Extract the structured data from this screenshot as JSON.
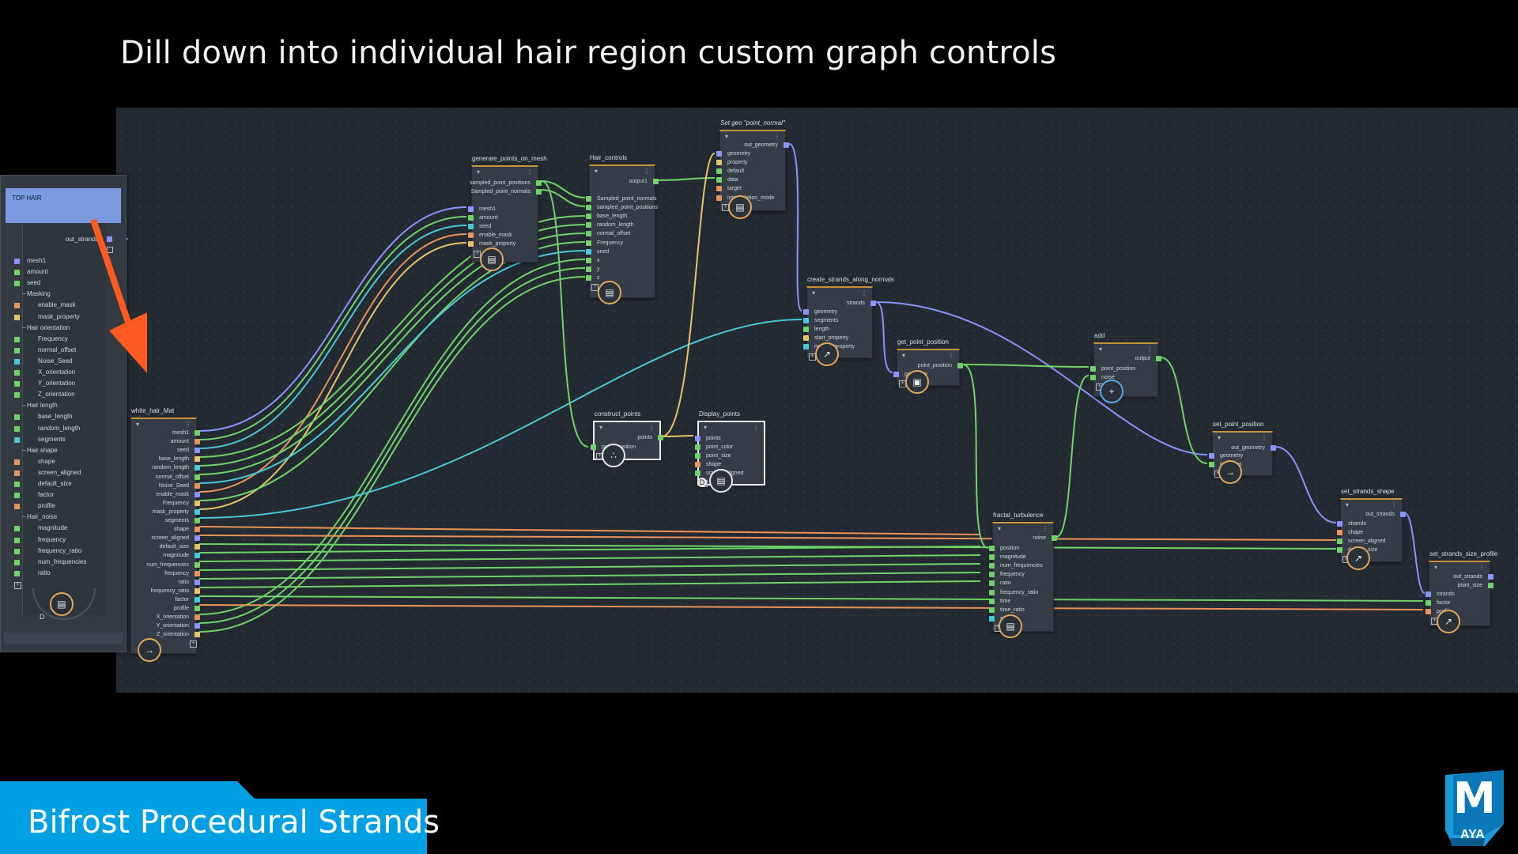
{
  "slide_title": "Dill down into individual hair region custom graph controls",
  "banner_text": "Bifrost Procedural Strands",
  "logo": {
    "letter": "M",
    "text": "AYA",
    "icon": "maya-logo-icon"
  },
  "panel": {
    "header": "TOP HAIR",
    "output": "out_strands",
    "rows": [
      {
        "label": "mesh1",
        "type": "port"
      },
      {
        "label": "amount",
        "type": "port"
      },
      {
        "label": "seed",
        "type": "port"
      },
      {
        "label": "Masking",
        "type": "group"
      },
      {
        "label": "enable_mask",
        "type": "port"
      },
      {
        "label": "mask_property",
        "type": "port"
      },
      {
        "label": "Hair orientation",
        "type": "group"
      },
      {
        "label": "Frequency",
        "type": "port"
      },
      {
        "label": "normal_offset",
        "type": "port"
      },
      {
        "label": "Noise_Seed",
        "type": "port"
      },
      {
        "label": "X_orientation",
        "type": "port"
      },
      {
        "label": "Y_orientation",
        "type": "port"
      },
      {
        "label": "Z_orientation",
        "type": "port"
      },
      {
        "label": "Hair length",
        "type": "group"
      },
      {
        "label": "base_length",
        "type": "port"
      },
      {
        "label": "random_length",
        "type": "port"
      },
      {
        "label": "segments",
        "type": "port"
      },
      {
        "label": "Hair shape",
        "type": "group"
      },
      {
        "label": "shape",
        "type": "port"
      },
      {
        "label": "screen_aligned",
        "type": "port"
      },
      {
        "label": "default_size",
        "type": "port"
      },
      {
        "label": "factor",
        "type": "port"
      },
      {
        "label": "profile",
        "type": "port"
      },
      {
        "label": "Hair_noise",
        "type": "group"
      },
      {
        "label": "magnitude",
        "type": "port"
      },
      {
        "label": "frequency",
        "type": "port"
      },
      {
        "label": "frequency_ratio",
        "type": "port"
      },
      {
        "label": "num_frequencies",
        "type": "port"
      },
      {
        "label": "ratio",
        "type": "port"
      }
    ],
    "badge_letter": "D"
  },
  "nodes": {
    "white_hair_mat": {
      "title": "white_hair_Mat",
      "outputs": [
        "mesh1",
        "amount",
        "seed",
        "base_length",
        "random_length",
        "normal_offset",
        "Noise_Seed",
        "enable_mask",
        "Frequency",
        "mask_property",
        "segments",
        "shape",
        "screen_aligned",
        "default_size",
        "magnitude",
        "num_frequencies",
        "frequency",
        "ratio",
        "frequency_ratio",
        "factor",
        "profile",
        "X_orientation",
        "Y_orientation",
        "Z_orientation"
      ]
    },
    "generate_points": {
      "title": "generate_points_on_mesh",
      "outputs": [
        "sampled_point_positions",
        "Sampled_point_normals"
      ],
      "inputs": [
        "mesh1",
        "amount",
        "seed",
        "enable_mask",
        "mask_property"
      ]
    },
    "hair_controls": {
      "title": "Hair_controls",
      "outputs": [
        "output1"
      ],
      "inputs": [
        "Sampled_point_normals",
        "sampled_point_positions",
        "base_length",
        "random_length",
        "normal_offset",
        "Frequency",
        "seed",
        "x",
        "y",
        "z"
      ]
    },
    "set_geo": {
      "title": "Set geo \"point_normal\"",
      "outputs": [
        "out_geometry"
      ],
      "inputs": [
        "geometry",
        "property",
        "default",
        "data",
        "target",
        "interpolation_mode"
      ]
    },
    "construct_points": {
      "title": "construct_points",
      "outputs": [
        "points"
      ],
      "inputs": [
        "point_position"
      ]
    },
    "display_points": {
      "title": "Display_points",
      "inputs": [
        "points",
        "point_color",
        "point_size",
        "shape",
        "screen_aligned"
      ],
      "badge_letter": "D"
    },
    "create_strands": {
      "title": "create_strands_along_normals",
      "outputs": [
        "strands"
      ],
      "inputs": [
        "geometry",
        "segments",
        "length",
        "start_property",
        "normal_property"
      ]
    },
    "get_point_position": {
      "title": "get_point_position",
      "outputs": [
        "point_position"
      ],
      "inputs": [
        "geometry"
      ]
    },
    "add": {
      "title": "add",
      "outputs": [
        "output"
      ],
      "inputs": [
        "point_position",
        "noise"
      ],
      "badge_symbol": "+"
    },
    "set_point_position": {
      "title": "set_point_position",
      "outputs": [
        "out_geometry"
      ],
      "inputs": [
        "geometry",
        "positions"
      ]
    },
    "set_strands_shape": {
      "title": "set_strands_shape",
      "outputs": [
        "out_strands"
      ],
      "inputs": [
        "strands",
        "shape",
        "screen_aligned",
        "default_size"
      ]
    },
    "fractal_turbulence": {
      "title": "fractal_turbulence",
      "outputs": [
        "noise"
      ],
      "inputs": [
        "position",
        "magnitude",
        "num_frequencies",
        "frequency",
        "ratio",
        "frequency_ratio",
        "time",
        "time_ratio",
        "seed"
      ]
    },
    "set_strands_size_profile": {
      "title": "set_strands_size_profile",
      "outputs": [
        "out_strands",
        "point_size"
      ],
      "inputs": [
        "strands",
        "factor",
        "profile"
      ]
    }
  },
  "colors": {
    "canvas": "#242a31",
    "node": "#353c45",
    "accent_orange": "#c8913c",
    "arrow": "#ff5a1f",
    "banner": "#00a0e4",
    "port_green": "#6fd36a",
    "port_blue": "#8a93ff",
    "port_cyan": "#48c9d8",
    "port_orange": "#e8935a",
    "port_yellow": "#e6c46a"
  }
}
